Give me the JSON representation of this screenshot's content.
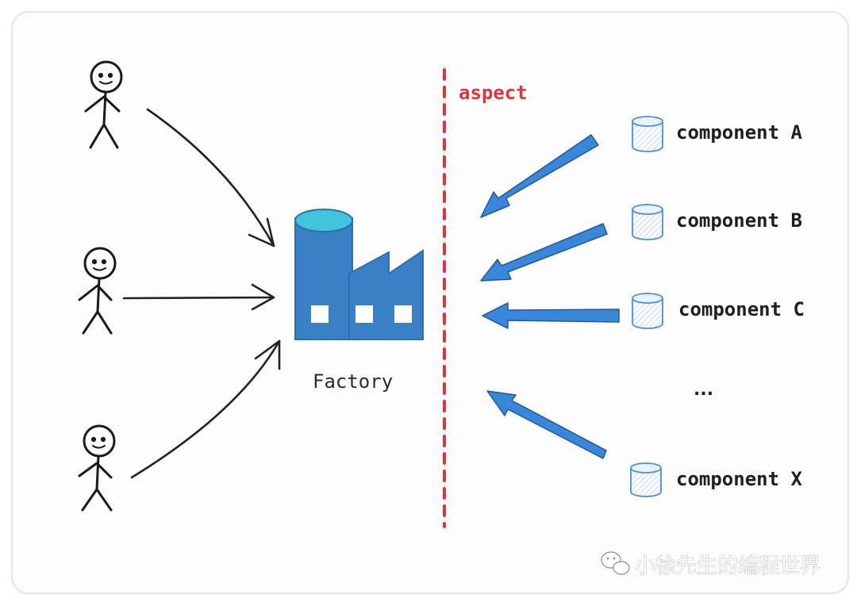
{
  "diagram": {
    "factory_label": "Factory",
    "aspect_label": "aspect",
    "components": [
      {
        "label": "component A"
      },
      {
        "label": "component B"
      },
      {
        "label": "component C"
      },
      {
        "label": "..."
      },
      {
        "label": "component X"
      }
    ],
    "watermark": "小徐先生的编程世界",
    "colors": {
      "arrow_blue": "#3a86d8",
      "factory_blue": "#3b7fc4",
      "factory_top": "#3fc6dd",
      "aspect_red": "#d8383a",
      "cylinder_blue": "#8ab8ea",
      "ink": "#1f1f1f"
    }
  }
}
